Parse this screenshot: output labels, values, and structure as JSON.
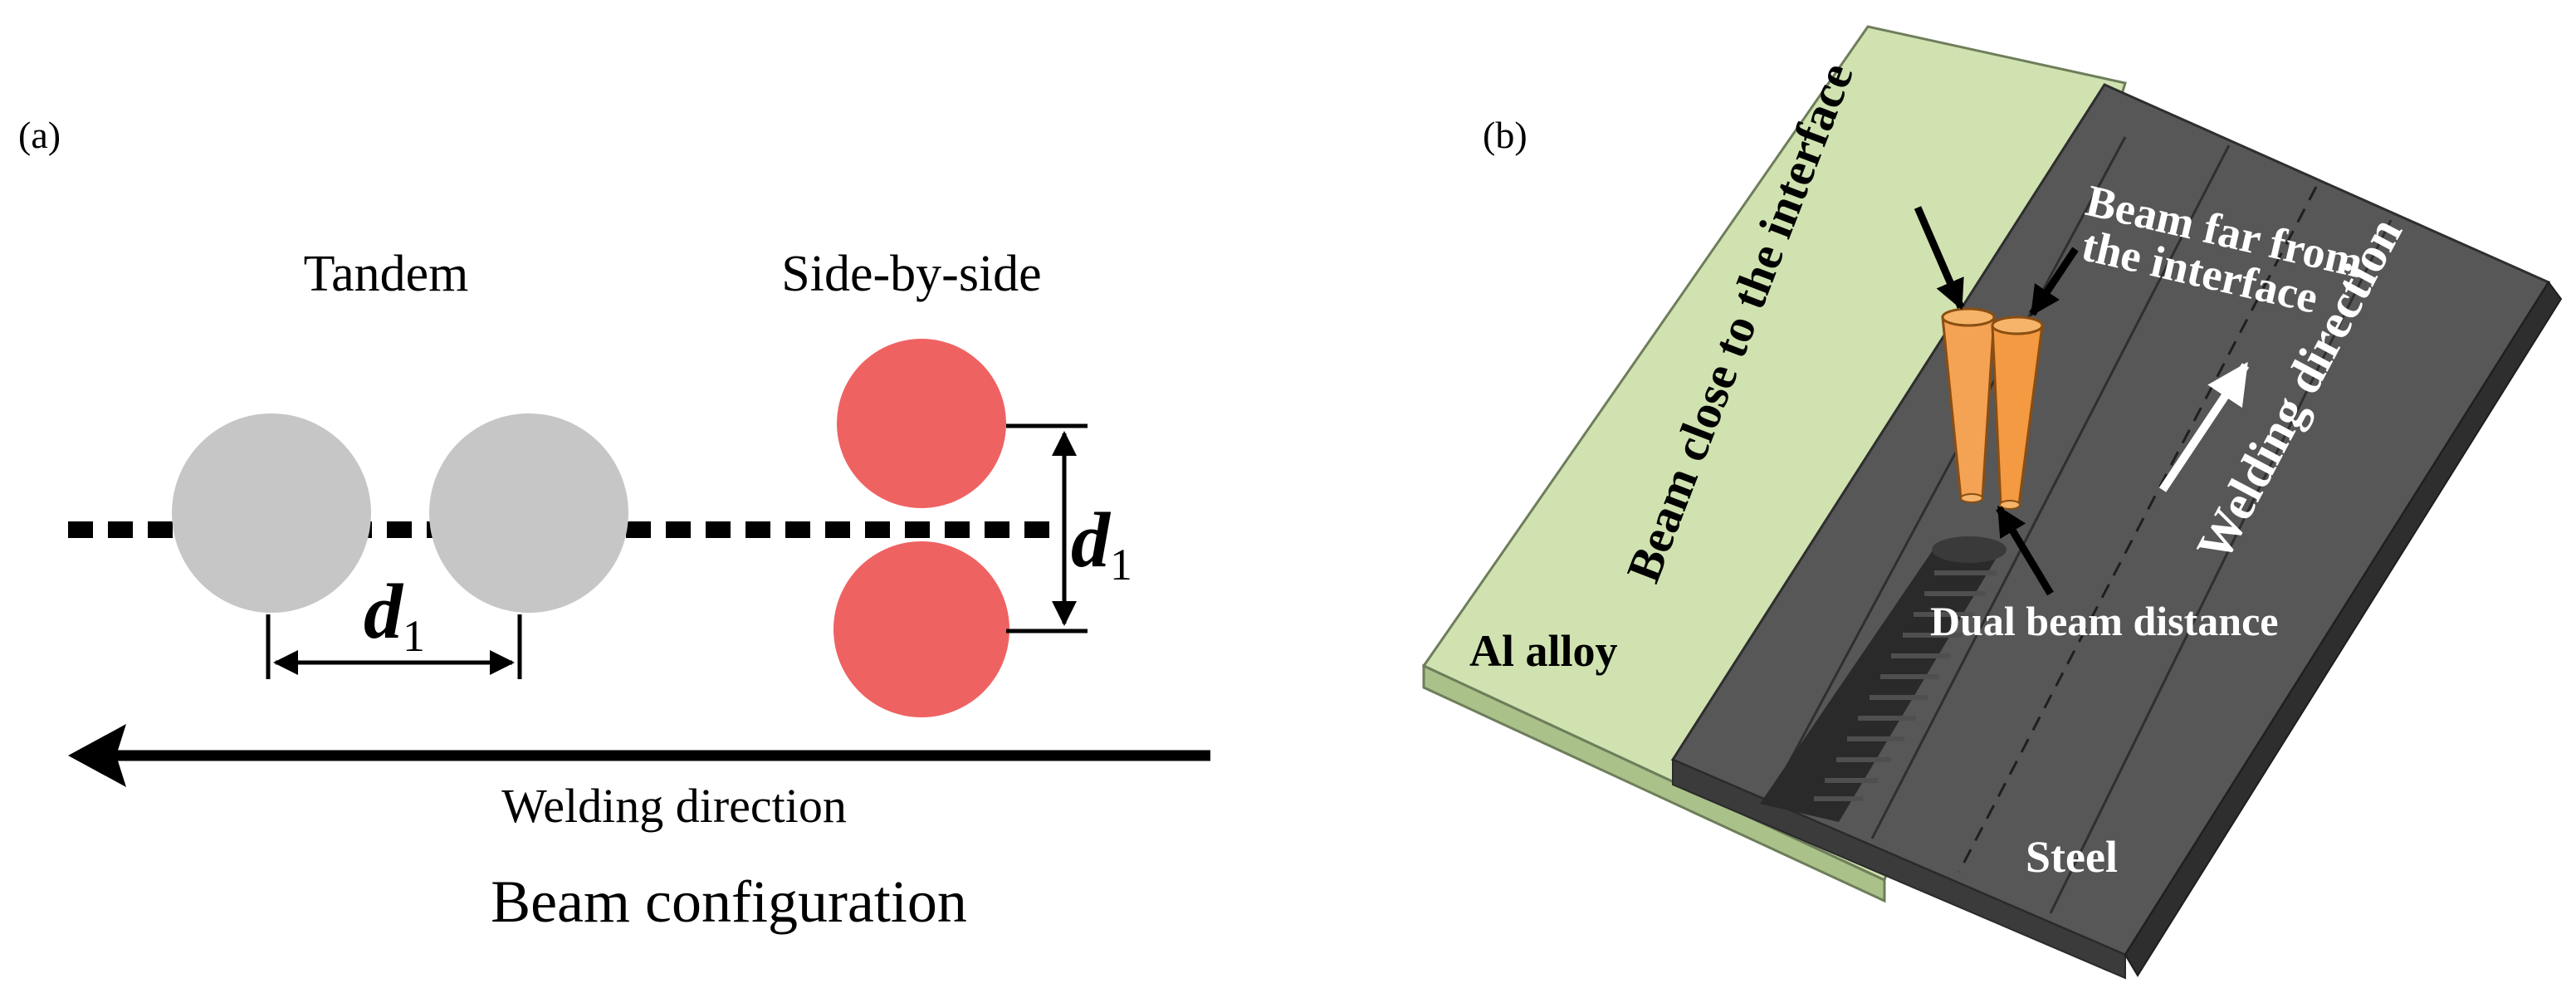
{
  "panel_a": {
    "label": "(a)",
    "tandem_title": "Tandem",
    "side_title": "Side-by-side",
    "dim_d": "d",
    "dim_sub": "1",
    "direction_label": "Welding direction",
    "caption": "Beam configuration",
    "colors": {
      "tandem_beam": "#c6c6c6",
      "side_beam": "#ef6262",
      "line": "#000000"
    }
  },
  "panel_b": {
    "label": "(b)",
    "beam_close": "Beam close to the interface",
    "beam_far_line1": "Beam far from",
    "beam_far_line2": "the interface",
    "welding_direction": "Welding direction",
    "dual_beam": "Dual beam distance",
    "al_alloy": "Al alloy",
    "steel": "Steel",
    "colors": {
      "al_plate": "#cfe2b0",
      "steel_plate": "#575757",
      "beam": "#f4a254"
    }
  }
}
